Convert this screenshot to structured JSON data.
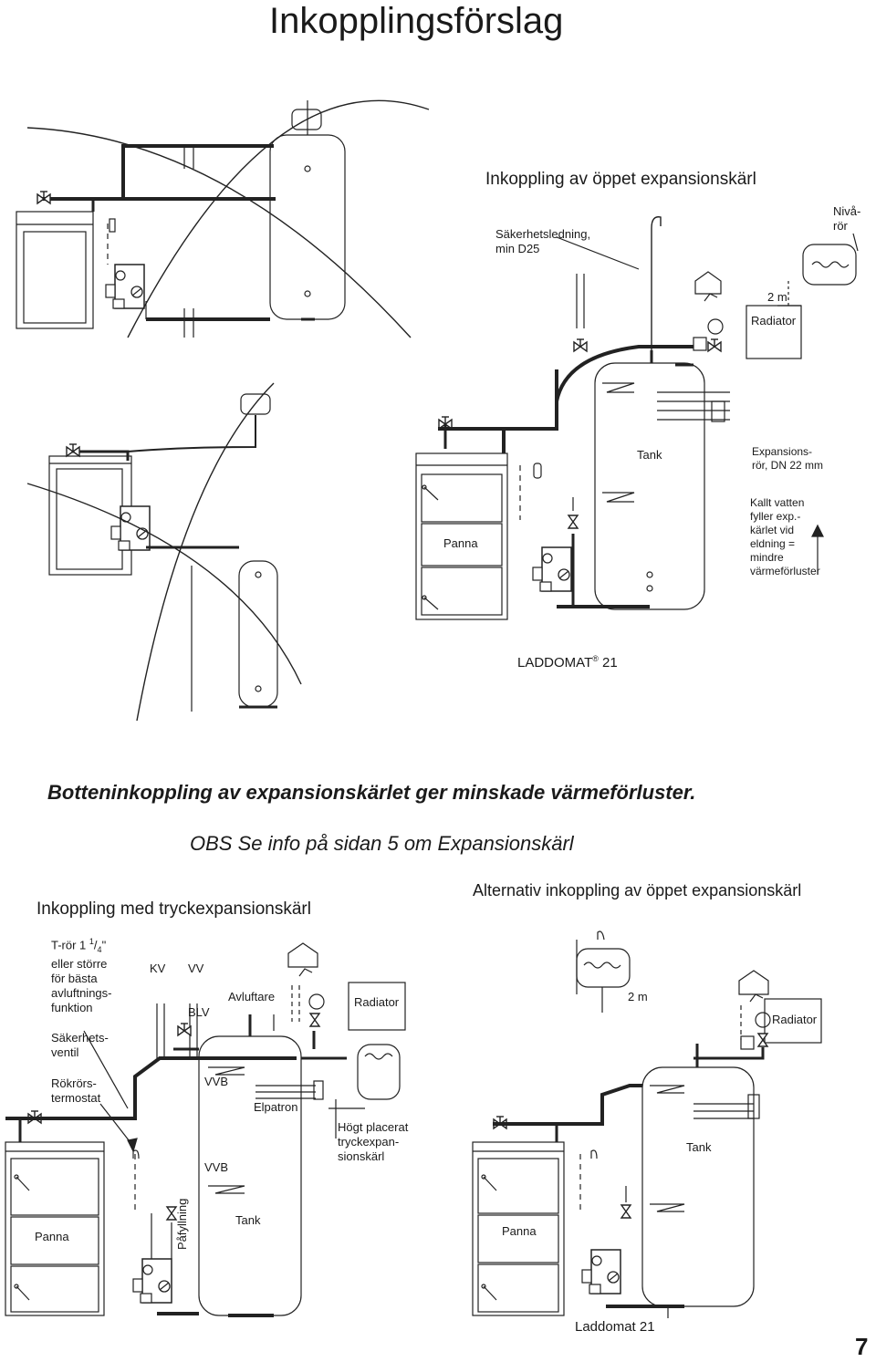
{
  "page_title": "Inkopplingsförslag",
  "section1": {
    "title": "Inkoppling av öppet expansionskärl",
    "labels": {
      "sakerhetsledning": "Säkerhetsledning,\nmin D25",
      "nivaror": "Nivå-\nrör",
      "two_m": "2 m",
      "radiator": "Radiator",
      "tank": "Tank",
      "expansionsror": "Expansions-\nrör, DN 22 mm",
      "panna": "Panna",
      "kallt_vatten": "Kallt vatten\nfyller exp.-\nkärlet vid\neldning =\nmindre\nvärmeförluster",
      "laddomat": "LADDOMAT",
      "laddomat_reg": "®",
      "laddomat_num": "21"
    }
  },
  "note_bottom": "Botteninkoppling av expansionskärlet ger minskade värmeförluster.",
  "note_obs": "OBS Se info på sidan 5 om Expansionskärl",
  "section2": {
    "title": "Inkoppling med tryckexpansionskärl",
    "labels": {
      "t_ror": "T-rör 1 ",
      "t_ror_frac_num": "1",
      "t_ror_frac_den": "4",
      "t_ror_rest": "\"\neller större\nför bästa\navluftnings-\nfunktion",
      "sakerhetsventil": "Säkerhets-\nventil",
      "rokrorstermostat": "Rökrörs-\ntermostat",
      "kv": "KV",
      "vv": "VV",
      "blv": "BLV",
      "avluftare": "Avluftare",
      "radiator": "Radiator",
      "vvb1": "VVB",
      "elpatron": "Elpatron",
      "vvb2": "VVB",
      "hogt_placerat": "Högt placerat\ntryckexpan-\nsionskärl",
      "tank": "Tank",
      "pafyllning": "Påfyllning",
      "panna": "Panna"
    }
  },
  "section3": {
    "title": "Alternativ inkoppling av öppet expansionskärl",
    "labels": {
      "two_m": "2 m",
      "radiator": "Radiator",
      "tank": "Tank",
      "panna": "Panna",
      "laddomat": "Laddomat 21"
    }
  },
  "page_number": "7"
}
